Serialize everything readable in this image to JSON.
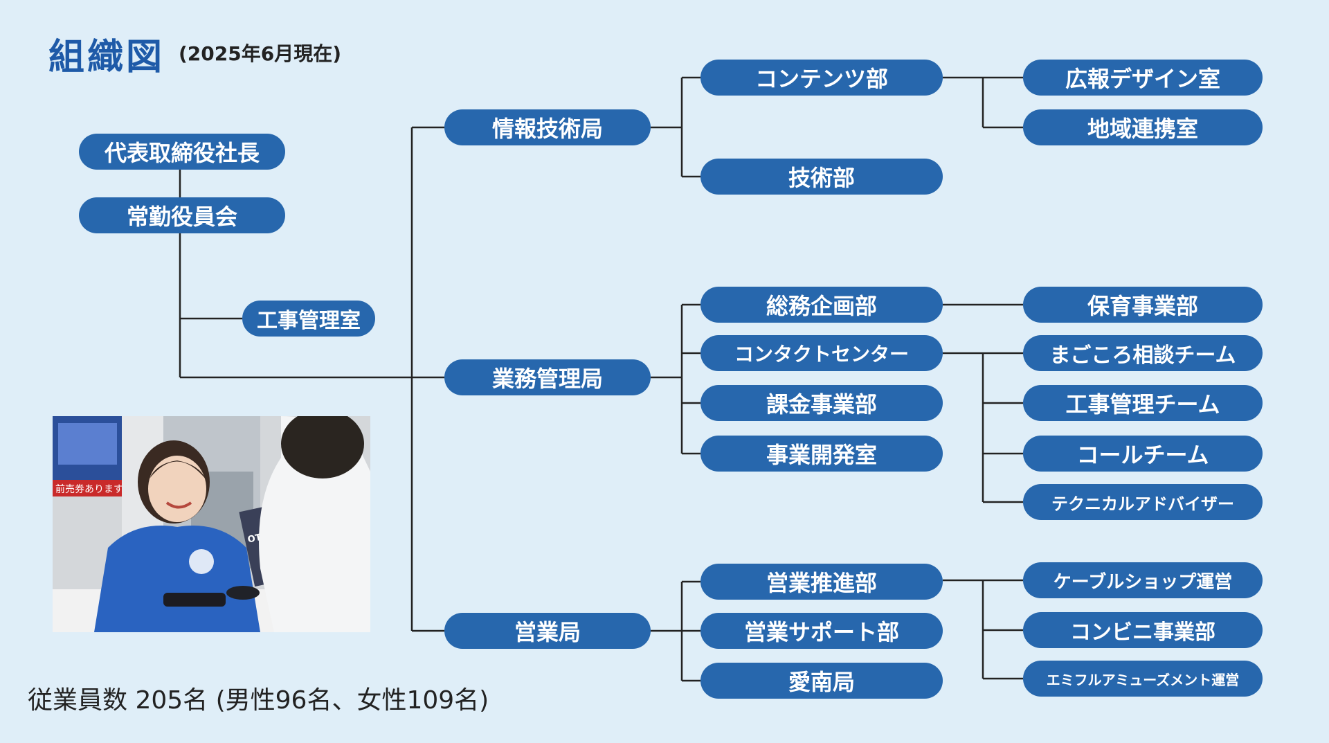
{
  "header": {
    "title": "組織図",
    "subtitle": "(2025年6月現在)"
  },
  "org": {
    "president": "代表取締役社長",
    "board": "常勤役員会",
    "construction_office": "工事管理室",
    "info_bureau": {
      "name": "情報技術局",
      "contents_dept": "コンテンツ部",
      "pr_design": "広報デザイン室",
      "regional": "地域連携室",
      "tech_dept": "技術部"
    },
    "ops_bureau": {
      "name": "業務管理局",
      "general_affairs": "総務企画部",
      "childcare": "保育事業部",
      "contact_center": "コンタクトセンター",
      "magokoro": "まごころ相談チーム",
      "construction_team": "工事管理チーム",
      "call_team": "コールチーム",
      "tech_advisor": "テクニカルアドバイザー",
      "billing": "課金事業部",
      "biz_dev": "事業開発室"
    },
    "sales_bureau": {
      "name": "営業局",
      "promotion": "営業推進部",
      "cable_shop": "ケーブルショップ運営",
      "convenience": "コンビニ事業部",
      "emifull": "エミフルアミューズメント運営",
      "support": "営業サポート部",
      "ainan": "愛南局"
    }
  },
  "photo": {
    "sign_text": "前売券あります",
    "magazine_text": "OTOKU"
  },
  "footer": {
    "employees": "従業員数 205名 (男性96名、女性109名)"
  },
  "colors": {
    "background": "#dfeef8",
    "node": "#2767ad",
    "title": "#1e5aa8",
    "line": "#222222"
  }
}
